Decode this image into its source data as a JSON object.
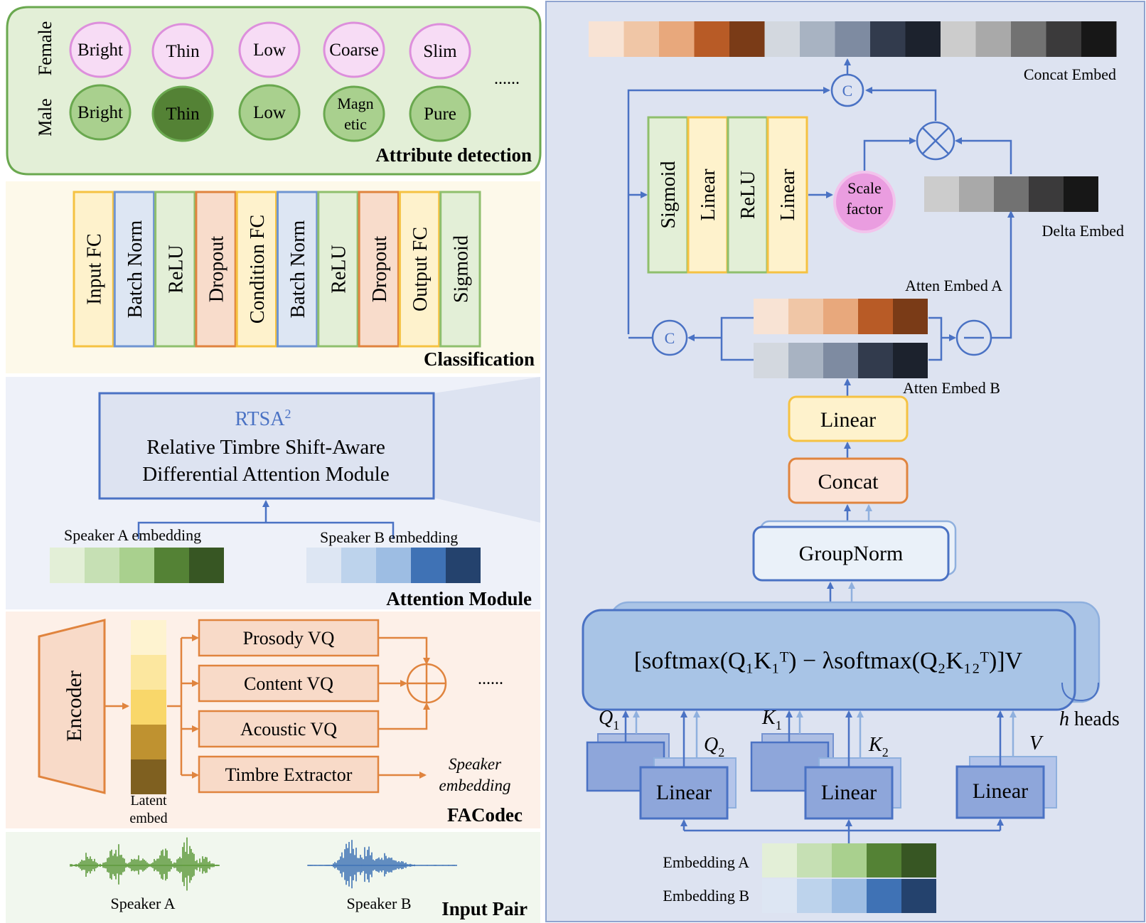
{
  "attribute": {
    "title": "Attribute detection",
    "female_label": "Female",
    "male_label": "Male",
    "female": [
      "Bright",
      "Thin",
      "Low",
      "Coarse",
      "Slim"
    ],
    "male": [
      "Bright",
      "Thin",
      "Low",
      "Magn etic",
      "Pure"
    ],
    "ellipsis": "......"
  },
  "classification": {
    "title": "Classification",
    "layers": [
      "Input FC",
      "Batch Norm",
      "ReLU",
      "Dropout",
      "Condition FC",
      "Batch Norm",
      "ReLU",
      "Dropout",
      "Output FC",
      "Sigmoid"
    ]
  },
  "attention": {
    "title": "Attention Module",
    "module_name": "RTSA",
    "module_sup": "2",
    "module_desc_1": "Relative Timbre Shift-Aware",
    "module_desc_2": "Differential Attention Module",
    "speaker_a_label": "Speaker A",
    "speaker_b_label": "Speaker B",
    "embedding_word": "embedding"
  },
  "facodec": {
    "title": "FACodec",
    "encoder": "Encoder",
    "latent_1": "Latent",
    "latent_2": "embed",
    "branches": [
      "Prosody VQ",
      "Content VQ",
      "Acoustic VQ",
      "Timbre Extractor"
    ],
    "ellipsis": "......",
    "out_1": "Speaker",
    "out_2": "embedding"
  },
  "input_pair": {
    "title": "Input Pair",
    "speaker_a": "Speaker A",
    "speaker_b": "Speaker B"
  },
  "rtsa": {
    "concat_embed": "Concat Embed",
    "delta_embed": "Delta Embed",
    "atten_a": "Atten Embed A",
    "atten_b": "Atten Embed B",
    "scale_1": "Scale",
    "scale_2": "factor",
    "mlp": [
      "Sigmoid",
      "Linear",
      "ReLU",
      "Linear"
    ],
    "concat_op": "C",
    "linear": "Linear",
    "concat": "Concat",
    "groupnorm": "GroupNorm",
    "heads": "heads",
    "heads_h": "h",
    "q1": "Q",
    "q2": "Q",
    "k1": "K",
    "k2": "K",
    "v": "V",
    "sub_1": "1",
    "sub_2": "2",
    "emb_a": "Embedding A",
    "emb_b": "Embedding B",
    "formula": "[softmax(Q₁K₁ᵀ) − λsoftmax(Q₂K₁₂ᵀ)]V"
  },
  "colors": {
    "orange": [
      "#f8e3d4",
      "#f0c6a6",
      "#e8a87c",
      "#b85b26",
      "#7a3b17"
    ],
    "slate": [
      "#d3d8df",
      "#a8b3c2",
      "#7e8ba1",
      "#323b4d",
      "#1c222d"
    ],
    "gray": [
      "#cccccc",
      "#a9a9a9",
      "#727272",
      "#3b3a3b",
      "#171717"
    ],
    "green": [
      "#e3efd7",
      "#c6e0b4",
      "#a9d08e",
      "#548235",
      "#375623"
    ],
    "blue": [
      "#dde6f3",
      "#bdd3ec",
      "#9dbde3",
      "#3f72b5",
      "#24426d"
    ],
    "latent": [
      "#fef3d0",
      "#fce79f",
      "#f9d76a",
      "#bf9230",
      "#7f6020"
    ]
  }
}
